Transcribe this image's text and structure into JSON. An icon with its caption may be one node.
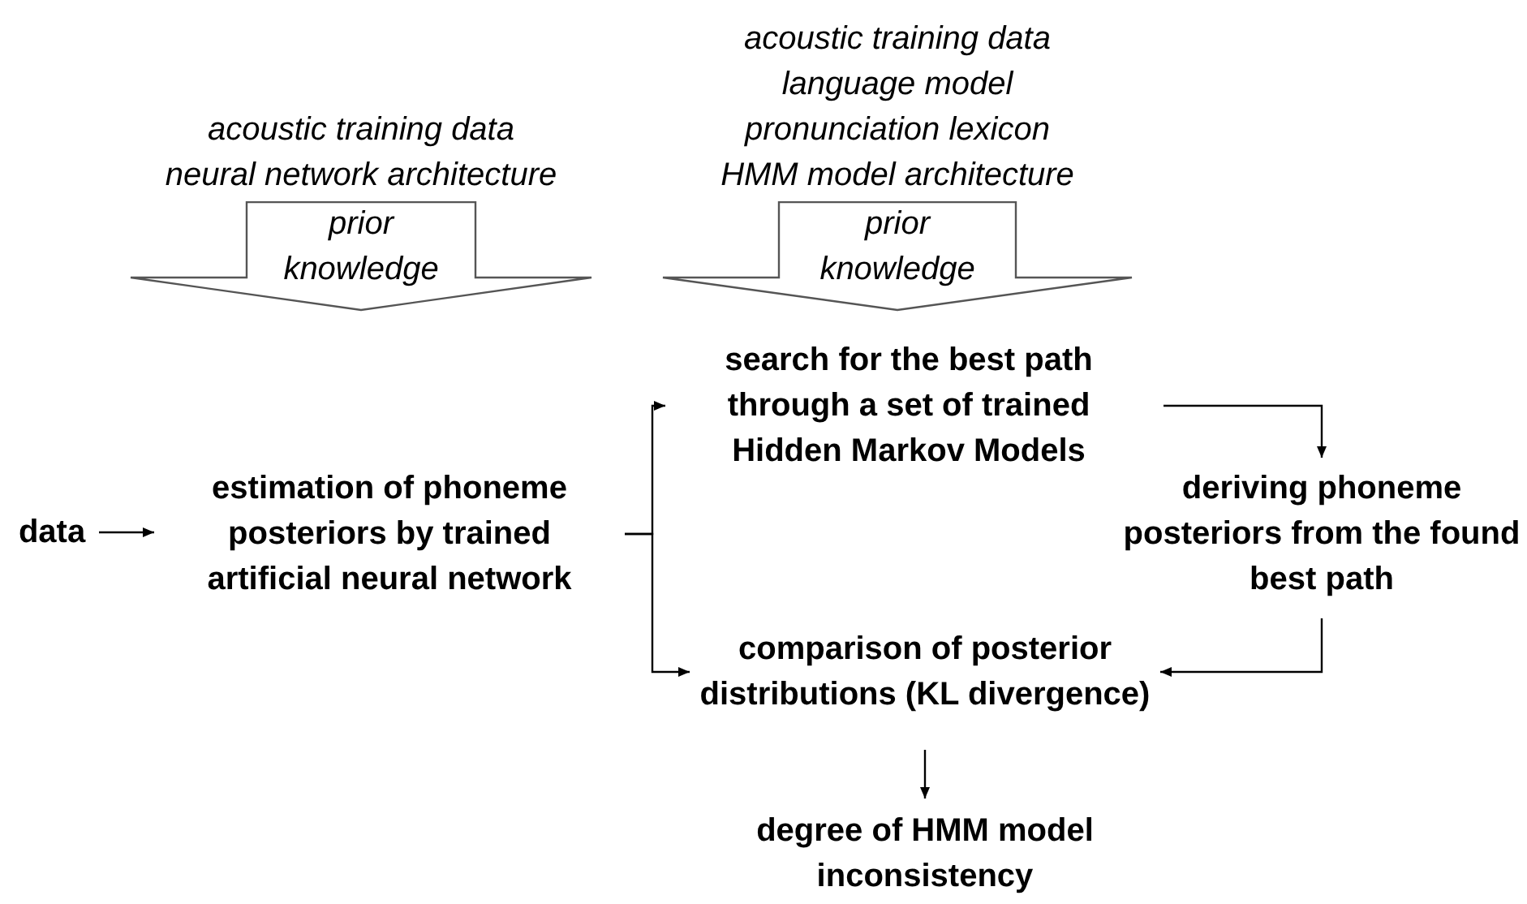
{
  "diagram": {
    "nodes": [
      {
        "text": [
          "data"
        ]
      },
      {
        "text": [
          "estimation of phoneme posteriors by trained artificial neural network"
        ]
      },
      {
        "text": [
          "search for the best path through a set of trained Hidden Markov Models"
        ]
      },
      {
        "text": [
          "deriving phoneme posteriors from the found best path"
        ]
      },
      {
        "text": [
          "comparison of posterior distributions (KL divergence)"
        ]
      },
      {
        "text": [
          "degree of HMM model inconsistency"
        ]
      },
      {
        "text": [
          "prior knowledge"
        ],
        "beside": [
          "acoustic training data",
          "neural network architecture"
        ]
      },
      {
        "text": [
          "prior knowledge"
        ],
        "beside": [
          "acoustic training data",
          "language model",
          "pronunciation lexicon",
          "HMM model architecture"
        ]
      }
    ],
    "edges": [
      {
        "from": 0,
        "to": 1,
        "arrow": "to"
      },
      {
        "from": 1,
        "to": 2,
        "arrow": "to"
      },
      {
        "from": 1,
        "to": 4,
        "arrow": "to"
      },
      {
        "from": 2,
        "to": 3,
        "arrow": "to"
      },
      {
        "from": 3,
        "to": 4,
        "arrow": "to"
      },
      {
        "from": 4,
        "to": 5,
        "arrow": "to"
      }
    ]
  }
}
